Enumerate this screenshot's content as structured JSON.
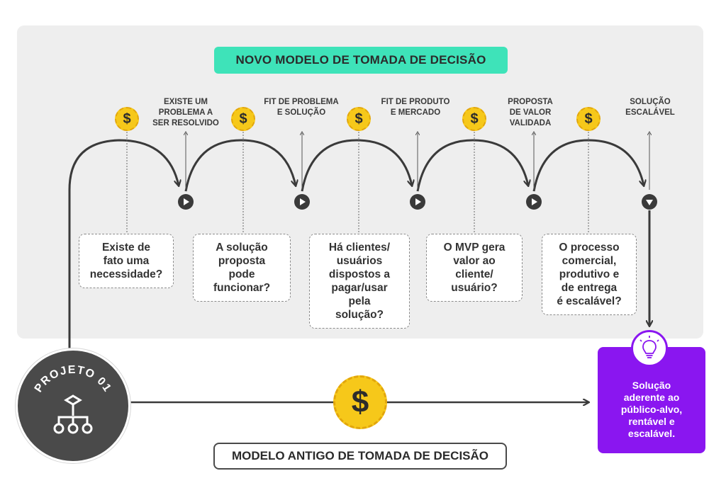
{
  "new_model_title": "NOVO MODELO DE TOMADA DE DECISÃO",
  "old_model_title": "MODELO ANTIGO DE TOMADA DE DECISÃO",
  "coin_symbol": "$",
  "milestones": [
    "EXISTE UM\nPROBLEMA A\nSER RESOLVIDO",
    "FIT DE PROBLEMA\nE SOLUÇÃO",
    "FIT DE PRODUTO\nE MERCADO",
    "PROPOSTA\nDE VALOR\nVALIDADA",
    "SOLUÇÃO\nESCALÁVEL"
  ],
  "questions": [
    "Existe de\nfato uma\nnecessidade?",
    "A solução\nproposta\npode\nfuncionar?",
    "Há clientes/\nusuários\ndispostos a\npagar/usar\npela\nsolução?",
    "O MVP gera\nvalor ao\ncliente/\nusuário?",
    "O processo\ncomercial,\nprodutivo e\nde entrega\né escalável?"
  ],
  "project_label": "PROJETO 01",
  "solution_text": "Solução\naderente ao\npúblico-alvo,\nrentável e\nescalável.",
  "colors": {
    "panel": "#eeeeee",
    "title_pill": "#3ee3b9",
    "coin": "#f6c81a",
    "solution": "#8a16f0",
    "project": "#4a4a4a",
    "line": "#3a3a3a"
  },
  "icons": [
    "dollar-coin-icon",
    "play-icon",
    "down-play-icon",
    "hierarchy-icon",
    "lightbulb-icon"
  ]
}
